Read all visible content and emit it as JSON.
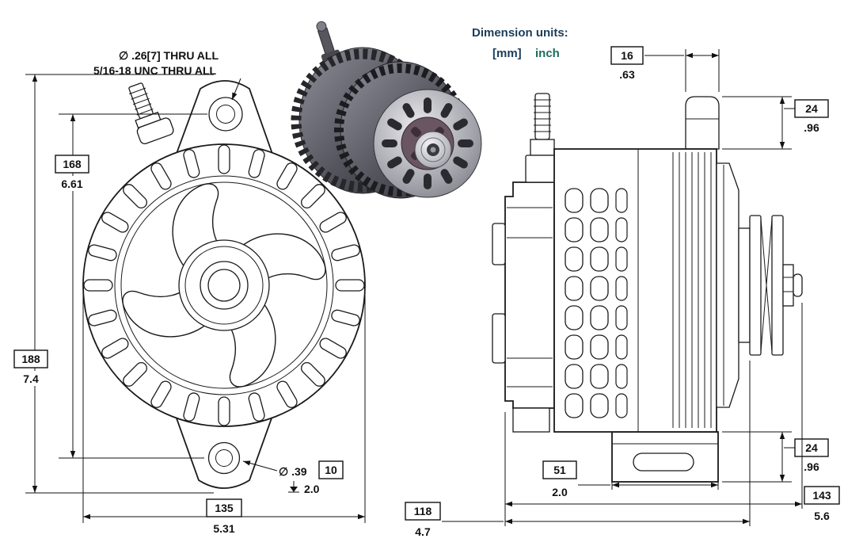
{
  "colors": {
    "background": "#ffffff",
    "line": "#1a1a1a",
    "units_label": "#1c3d5a",
    "units_mm": "#1c3d5a",
    "units_inch": "#1e6a5e"
  },
  "units_note": {
    "label": "Dimension units:",
    "mm": "[mm]",
    "inch": "inch"
  },
  "callout_top_hole": {
    "line1": "∅ .26[7]  THRU ALL",
    "line2": "5/16-18 UNC   THRU ALL"
  },
  "callout_bottom_hole": {
    "diameter_text": "∅ .39",
    "mm_boxed": "10",
    "depth_value": "2.0"
  },
  "dimensions": {
    "front_hole_spacing": {
      "mm": "168",
      "inch": "6.61"
    },
    "front_total_height": {
      "mm": "188",
      "inch": "7.4"
    },
    "front_total_width": {
      "mm": "135",
      "inch": "5.31"
    },
    "side_ear_width": {
      "mm": "16",
      "inch": ".63"
    },
    "side_ear_height": {
      "mm": "24",
      "inch": ".96"
    },
    "side_foot_height": {
      "mm": "24",
      "inch": ".96"
    },
    "side_foot_width": {
      "mm": "51",
      "inch": "2.0"
    },
    "side_length_to_pulley": {
      "mm": "118",
      "inch": "4.7"
    },
    "side_total_length": {
      "mm": "143",
      "inch": "5.6"
    }
  }
}
